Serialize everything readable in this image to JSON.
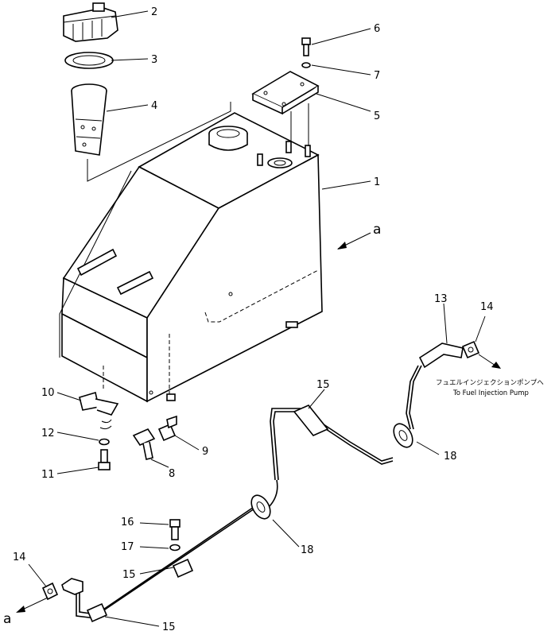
{
  "callouts": {
    "c1": "1",
    "c2": "2",
    "c3": "3",
    "c4": "4",
    "c5": "5",
    "c6": "6",
    "c7": "7",
    "c8": "8",
    "c9": "9",
    "c10": "10",
    "c11": "11",
    "c12": "12",
    "c13": "13",
    "c14a": "14",
    "c14b": "14",
    "c15a": "15",
    "c15b": "15",
    "c15c": "15",
    "c16": "16",
    "c17": "17",
    "c18a": "18",
    "c18b": "18"
  },
  "markers": {
    "a_top": "a",
    "a_bottom": "a"
  },
  "destination": {
    "japanese": "フュエルインジェクションポンプへ",
    "english": "To Fuel Injection Pump"
  }
}
